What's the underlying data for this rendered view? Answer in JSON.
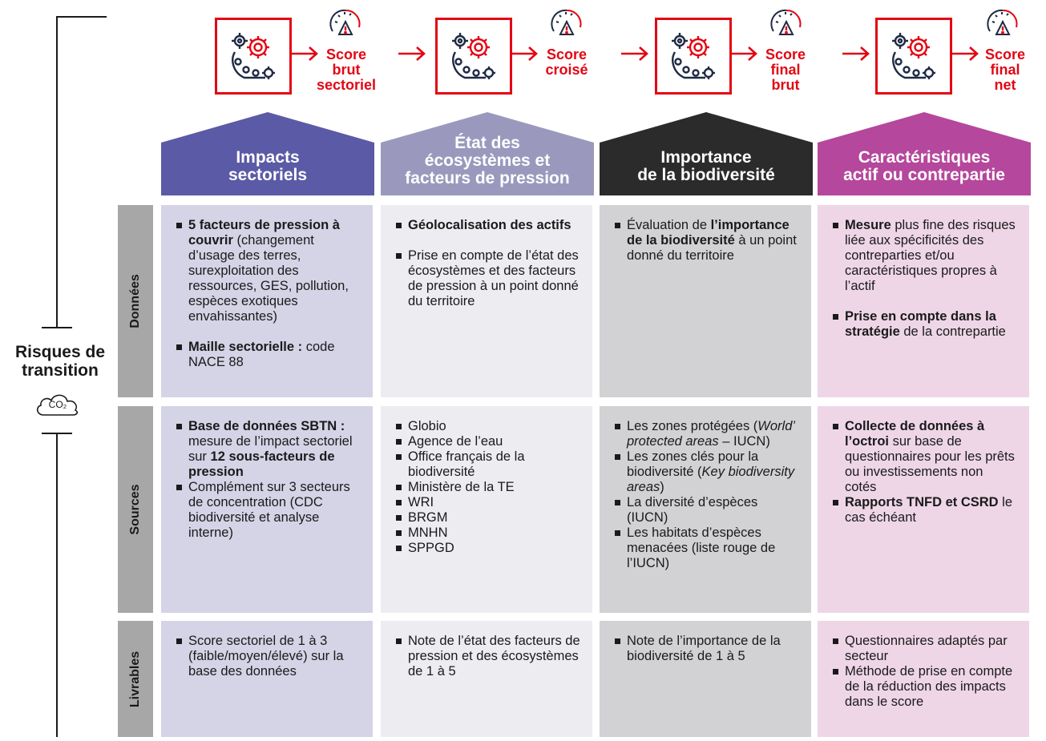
{
  "side": {
    "title_line1": "Risques de",
    "title_line2": "transition",
    "co2_label": "CO₂",
    "co2_icon": "cloud-co2-icon"
  },
  "process": {
    "accent_color": "#e30613",
    "machine_icon": "gears-machine-icon",
    "gauge_icon": "risk-gauge-warning-icon",
    "scores": [
      {
        "lines": [
          "Score",
          "brut",
          "sectoriel"
        ]
      },
      {
        "lines": [
          "Score",
          "croisé"
        ]
      },
      {
        "lines": [
          "Score",
          "final",
          "brut"
        ]
      },
      {
        "lines": [
          "Score",
          "final",
          "net"
        ]
      }
    ]
  },
  "columns": [
    {
      "title_lines": [
        "Impacts",
        "sectoriels"
      ],
      "color": "#5b5aa6"
    },
    {
      "title_lines": [
        "État des",
        "écosystèmes et",
        "facteurs de pression"
      ],
      "color": "#9a99bd"
    },
    {
      "title_lines": [
        "Importance",
        "de la biodiversité"
      ],
      "color": "#2b2b2b"
    },
    {
      "title_lines": [
        "Caractéristiques",
        "actif ou contrepartie"
      ],
      "color": "#b5479c"
    }
  ],
  "rows": {
    "donnees": "Données",
    "sources": "Sources",
    "livrables": "Livrables"
  },
  "cells": {
    "d1": {
      "b1_bold": "5 facteurs de pression à couvrir",
      "b1_rest": " (changement d’usage des terres, surexploitation des ressources, GES, pollution, espèces exotiques envahissantes)",
      "b2_bold": "Maille sectorielle :",
      "b2_rest": " code NACE 88"
    },
    "d2": {
      "b1_bold": "Géolocalisation des actifs",
      "b2": "Prise en compte de l’état des écosystèmes et des facteurs de pression à un point donné du territoire"
    },
    "d3": {
      "b1_pre": "Évaluation de ",
      "b1_bold": "l’importance de la biodiversité",
      "b1_rest": " à un point donné du territoire"
    },
    "d4": {
      "b1_bold": "Mesure",
      "b1_rest": " plus fine des risques liée aux spécificités des contreparties et/ou caractéristiques propres à l’actif",
      "b2_bold": "Prise en compte dans la stratégie",
      "b2_rest": " de la contrepartie"
    },
    "s1": {
      "b1_bold": "Base de données SBTN :",
      "b1_mid": " mesure de l’impact sectoriel sur ",
      "b1_bold2": "12 sous-facteurs de pression",
      "b2": "Complément sur 3 secteurs de concentration (CDC biodiversité et analyse interne)"
    },
    "s2": {
      "items": [
        "Globio",
        "Agence de l’eau",
        "Office français de la biodiversité",
        "Ministère de la TE",
        "WRI",
        "BRGM",
        "MNHN",
        "SPPGD"
      ]
    },
    "s3": {
      "b1_pre": "Les zones protégées (",
      "b1_it": "World’ protected areas",
      "b1_rest": " – IUCN)",
      "b2_pre": "Les zones clés pour la biodiversité (",
      "b2_it": "Key biodiversity areas",
      "b2_rest": ")",
      "b3": "La diversité d’espèces (IUCN)",
      "b4": "Les habitats d’espèces menacées (liste rouge de l’IUCN)"
    },
    "s4": {
      "b1_bold": "Collecte de données à l’octroi",
      "b1_rest": " sur base de questionnaires pour les prêts ou investissements non cotés",
      "b2_bold": "Rapports TNFD et CSRD",
      "b2_rest": " le cas échéant"
    },
    "l1": {
      "b1": "Score sectoriel de 1 à 3 (faible/moyen/élevé) sur la base des données"
    },
    "l2": {
      "b1": "Note de l’état des facteurs de pression et des écosystèmes de 1 à 5"
    },
    "l3": {
      "b1": "Note de l’importance de la biodiversité de 1 à 5"
    },
    "l4": {
      "b1": "Questionnaires adaptés par secteur",
      "b2": "Méthode de prise en compte de la réduction des impacts dans le score"
    }
  }
}
